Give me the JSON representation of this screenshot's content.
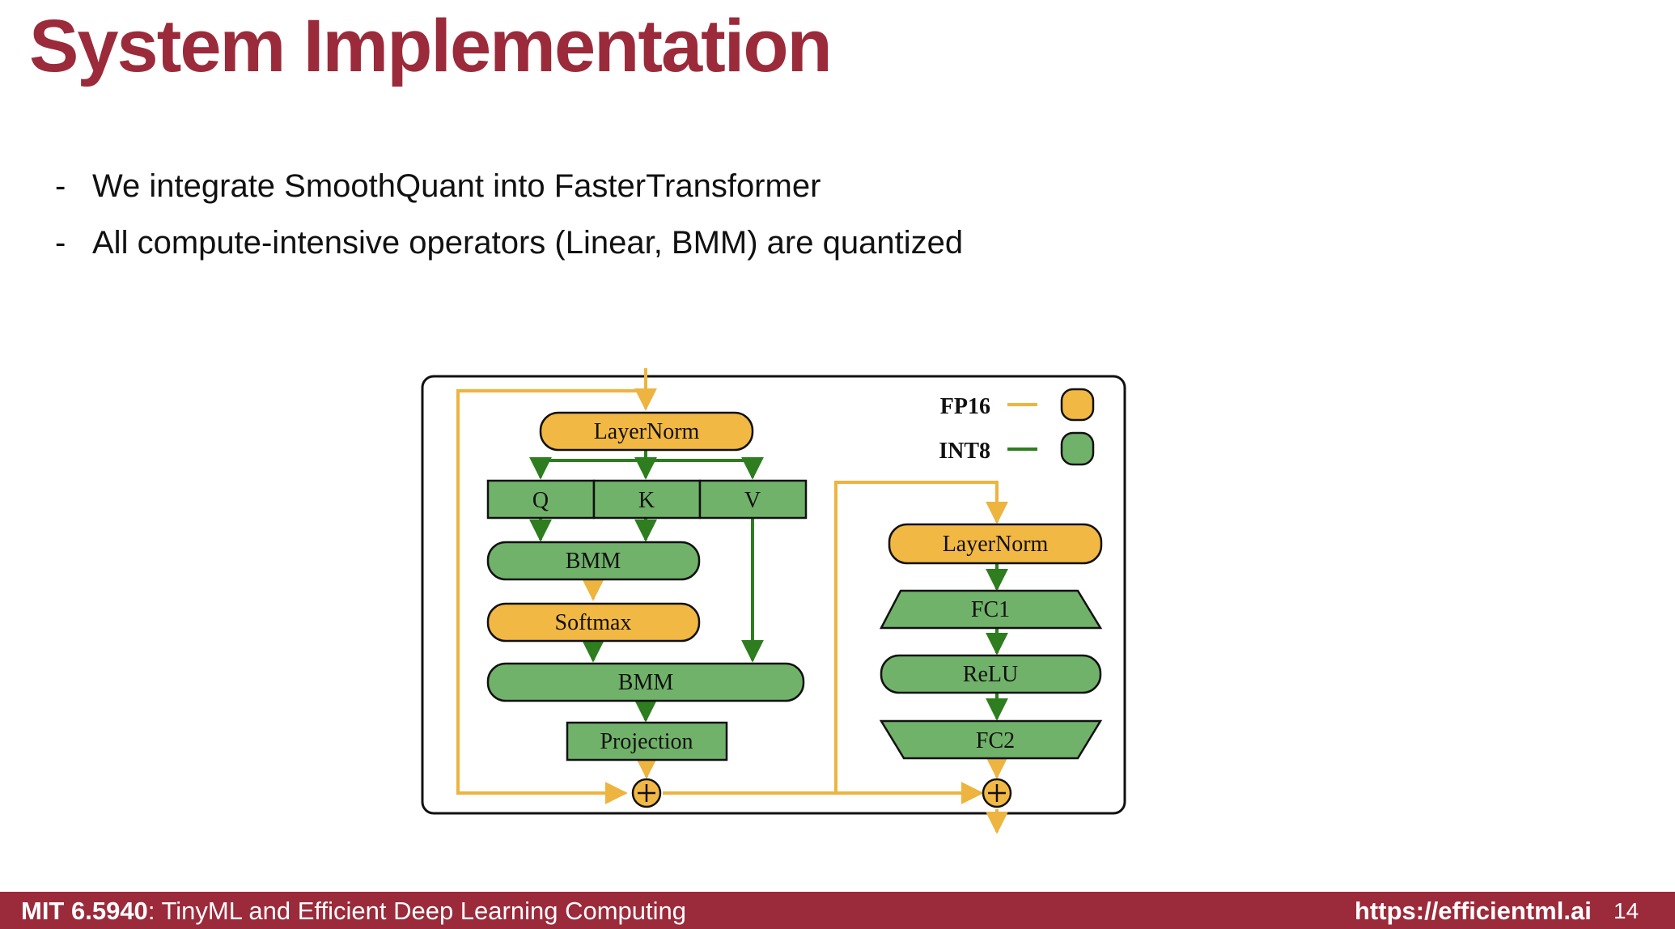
{
  "slide": {
    "title": "System Implementation",
    "bullets": [
      "We integrate SmoothQuant into FasterTransformer",
      "All compute-intensive operators (Linear, BMM) are quantized"
    ]
  },
  "diagram": {
    "legend": {
      "fp16": "FP16",
      "int8": "INT8"
    },
    "colors": {
      "fp16": "#F2B844",
      "int8": "#71B26A",
      "fp16_line": "#EDB440",
      "int8_line": "#2E7D1F"
    },
    "attention": {
      "layernorm": "LayerNorm",
      "q": "Q",
      "k": "K",
      "v": "V",
      "bmm1": "BMM",
      "softmax": "Softmax",
      "bmm2": "BMM",
      "projection": "Projection"
    },
    "ffn": {
      "layernorm": "LayerNorm",
      "fc1": "FC1",
      "relu": "ReLU",
      "fc2": "FC2"
    }
  },
  "footer": {
    "course_code": "MIT 6.5940",
    "course_title": ": TinyML and Efficient Deep Learning Computing",
    "url": "https://efficientml.ai",
    "page": "14"
  }
}
